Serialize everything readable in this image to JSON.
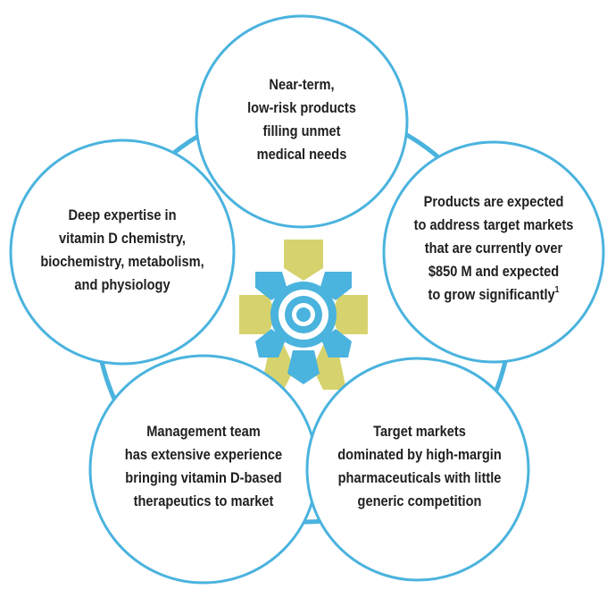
{
  "colors": {
    "ring": "#4ab3de",
    "blue": "#4ab3de",
    "olive": "#d6d36e",
    "white": "#ffffff",
    "text": "#1f1f1f"
  },
  "center_icon": "target-gear-icon",
  "bubbles": {
    "top": {
      "lines": [
        "Near-term,",
        "low-risk products",
        "filling unmet",
        "medical needs"
      ]
    },
    "left": {
      "lines": [
        "Deep expertise in",
        "vitamin D chemistry,",
        "biochemistry, metabolism,",
        "and physiology"
      ]
    },
    "right": {
      "lines": [
        "Products are expected",
        "to address target markets",
        "that are currently over",
        "$850 M and expected",
        "to grow significantly"
      ],
      "footnote": "1"
    },
    "bottom_left": {
      "lines": [
        "Management team",
        "has extensive experience",
        "bringing vitamin D-based",
        "therapeutics to market"
      ]
    },
    "bottom_right": {
      "lines": [
        "Target markets",
        "dominated by high-margin",
        "pharmaceuticals with little",
        "generic competition"
      ]
    }
  }
}
